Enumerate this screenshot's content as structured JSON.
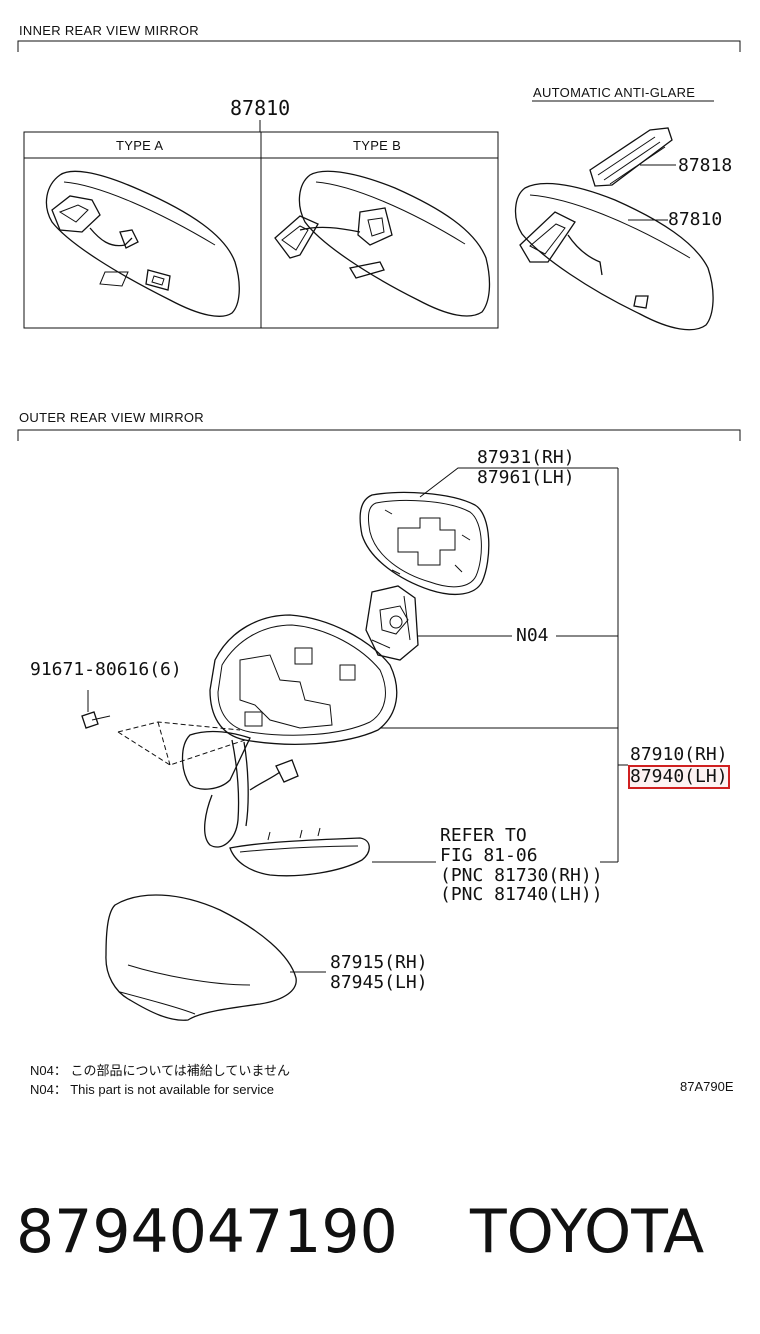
{
  "inner": {
    "title": "INNER REAR VIEW MIRROR",
    "part_main": "87810",
    "type_a": "TYPE A",
    "type_b": "TYPE B",
    "auto_label": "AUTOMATIC ANTI-GLARE",
    "auto_part1": "87818",
    "auto_part2": "87810"
  },
  "outer": {
    "title": "OUTER REAR VIEW MIRROR",
    "glass_rh": "87931(RH)",
    "glass_lh": "87961(LH)",
    "n04": "N04",
    "screw": "91671-80616(6)",
    "assy_rh": "87910(RH)",
    "assy_lh": "87940(LH)",
    "refer1": "REFER TO",
    "refer2": "FIG 81-06",
    "refer3": "(PNC 81730(RH))",
    "refer4": "(PNC 81740(LH))",
    "cover_rh": "87915(RH)",
    "cover_lh": "87945(LH)"
  },
  "notes": {
    "jp": "N04： この部品については補給していません",
    "en": "N04： This part is not available for service",
    "fig_code": "87A790E"
  },
  "footer": {
    "part_number": "8794047190",
    "brand": "TOYOTA"
  }
}
